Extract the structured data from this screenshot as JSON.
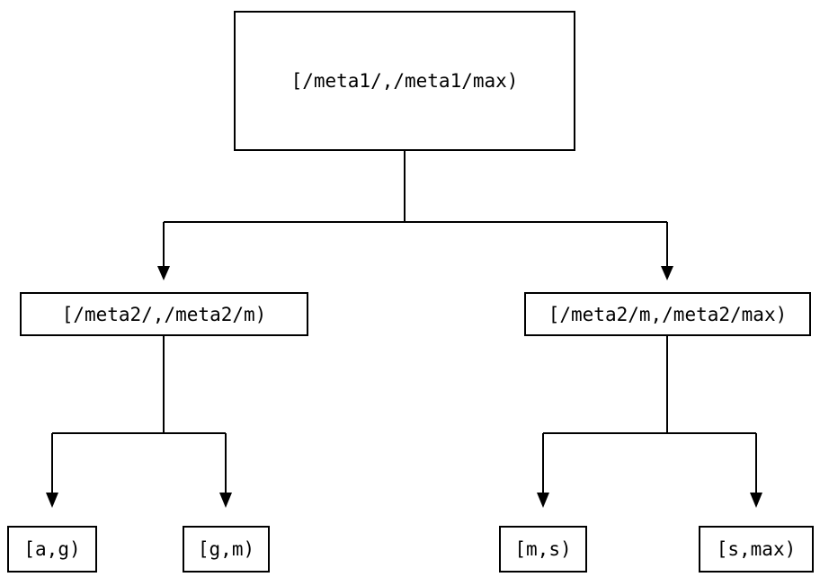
{
  "diagram": {
    "type": "tree",
    "colors": {
      "background": "#ffffff",
      "line": "#000000",
      "box_border": "#000000",
      "text": "#000000"
    },
    "tree": {
      "root": {
        "label": "[/meta1/,/meta1/max)",
        "children": [
          {
            "label": "[/meta2/,/meta2/m)",
            "children": [
              {
                "label": "[a,g)"
              },
              {
                "label": "[g,m)"
              }
            ]
          },
          {
            "label": "[/meta2/m,/meta2/max)",
            "children": [
              {
                "label": "[m,s)"
              },
              {
                "label": "[s,max)"
              }
            ]
          }
        ]
      }
    }
  }
}
